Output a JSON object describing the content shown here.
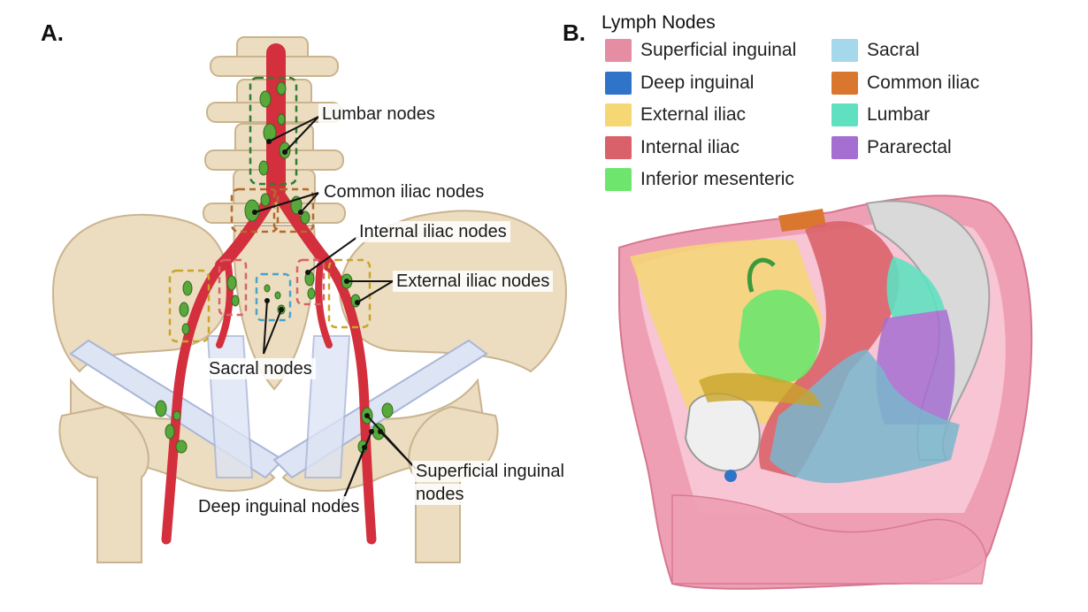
{
  "panel_a": {
    "label": "A.",
    "callouts": {
      "lumbar": "Lumbar nodes",
      "common_iliac": "Common iliac nodes",
      "internal_iliac": "Internal iliac nodes",
      "external_iliac": "External iliac nodes",
      "sacral": "Sacral nodes",
      "superficial_inguinal_1": "Superficial inguinal",
      "superficial_inguinal_2": "nodes",
      "deep_inguinal": "Deep inguinal nodes"
    }
  },
  "panel_b": {
    "label": "B.",
    "legend_title": "Lymph Nodes",
    "legend": [
      {
        "label": "Superficial inguinal",
        "color": "#e58ea3"
      },
      {
        "label": "Deep inguinal",
        "color": "#2f74c9"
      },
      {
        "label": "External iliac",
        "color": "#f5d774"
      },
      {
        "label": "Internal iliac",
        "color": "#d9626a"
      },
      {
        "label": "Inferior mesenteric",
        "color": "#6ee66e"
      },
      {
        "label": "Sacral",
        "color": "#a6d8ec"
      },
      {
        "label": "Common iliac",
        "color": "#d9772f"
      },
      {
        "label": "Lumbar",
        "color": "#5fe0c0"
      },
      {
        "label": "Pararectal",
        "color": "#a46fd0"
      }
    ]
  }
}
